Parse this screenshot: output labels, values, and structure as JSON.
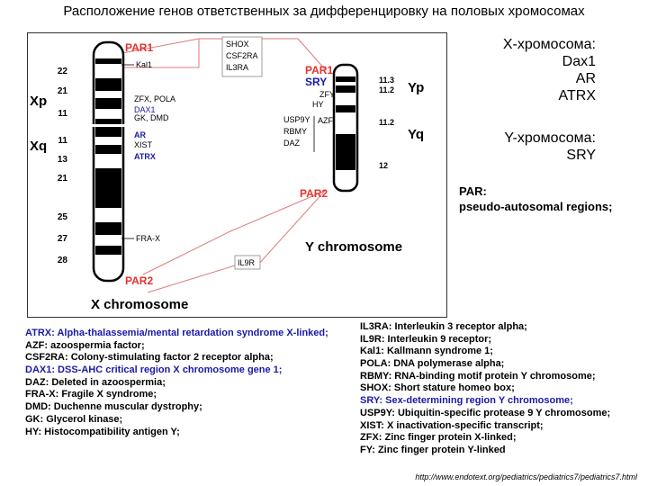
{
  "title": "Расположение генов ответственных за дифференцировку на половых хромосомах",
  "colors": {
    "red": "#e3342f",
    "blue": "#1a1aa8",
    "black": "#000000",
    "line": "#e07a7a"
  },
  "diagram": {
    "x_label": "X chromosome",
    "y_label": "Y chromosome",
    "x_arm_p": "Xp",
    "x_arm_q": "Xq",
    "y_arm_p": "Yp",
    "y_arm_q": "Yq",
    "x_bands": [
      "22",
      "21",
      "11",
      "11",
      "13",
      "21",
      "25",
      "27",
      "28"
    ],
    "y_bands": [
      "11.3",
      "11.2",
      "11.2",
      "12"
    ],
    "par1_x": "PAR1",
    "par2_x": "PAR2",
    "par1_y": "PAR1",
    "par2_y": "PAR2",
    "kal1": "Kal1",
    "zfx_pola": "ZFX, POLA",
    "dax1": "DAX1",
    "gk_dmd": "GK, DMD",
    "ar": "AR",
    "xist": "XIST",
    "atrx": "ATRX",
    "fra_x": "FRA-X",
    "shox": "SHOX",
    "csf2ra": "CSF2RA",
    "il3ra": "IL3RA",
    "sry": "SRY",
    "zfy": "ZFY",
    "hy": "HY",
    "usp9y": "USP9Y",
    "rbmy": "RBMY",
    "daz": "DAZ",
    "azf": "AZF",
    "il9r": "IL9R"
  },
  "x_genes": {
    "heading": "X-хромосома:",
    "items": [
      "Dax1",
      "AR",
      "ATRX"
    ]
  },
  "y_genes": {
    "heading": "Y-хромосома:",
    "items": [
      "SRY"
    ]
  },
  "par_note": {
    "label": "PAR:",
    "text": "pseudo-autosomal regions;"
  },
  "legend_left": [
    "ATRX: Alpha-thalassemia/mental retardation syndrome X-linked;",
    "AZF: azoospermia factor;",
    "CSF2RA: Colony-stimulating factor 2 receptor alpha;",
    "DAX1: DSS-AHC critical region X chromosome gene 1;",
    "DAZ: Deleted in azoospermia;",
    "FRA-X: Fragile X syndrome;",
    "DMD: Duchenne muscular dystrophy;",
    "GK: Glycerol kinase;",
    "HY: Histocompatibility antigen Y;"
  ],
  "legend_right": [
    "IL3RA: Interleukin 3 receptor alpha;",
    "IL9R: Interleukin 9 receptor;",
    "Kal1: Kallmann syndrome 1;",
    "POLA: DNA polymerase alpha;",
    "RBMY: RNA-binding motif protein Y chromosome;",
    "SHOX: Short stature homeo box;",
    "SRY: Sex-determining region Y chromosome;",
    "USP9Y: Ubiquitin-specific protease 9 Y chromosome;",
    "XIST: X inactivation-specific transcript;",
    "ZFX: Zinc finger protein X-linked;",
    "FY: Zinc finger protein Y-linked"
  ],
  "source": "http://www.endotext.org/pediatrics/pediatrics7/pediatrics7.html"
}
